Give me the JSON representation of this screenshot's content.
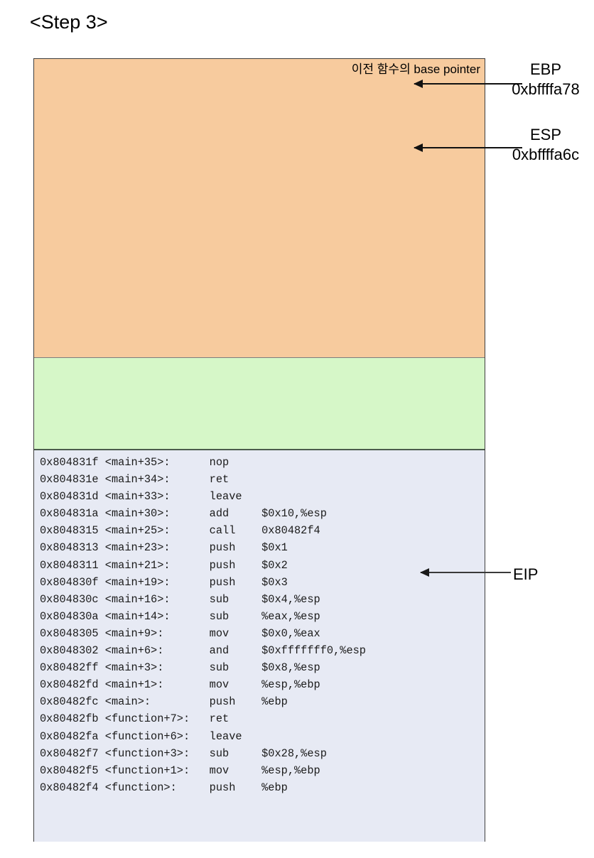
{
  "title": "<Step 3>",
  "colors": {
    "saved_frame": "#f7cb9e",
    "locals_frame": "#d6f7c8",
    "code_frame": "#e7eaf4",
    "border": "#3f3f3f",
    "arrow": "#111111"
  },
  "stack": {
    "saved_ebp_note": "이전 함수의 base pointer",
    "bands": [
      {
        "name": "saved-frame-region",
        "color": "#f7cb9e"
      },
      {
        "name": "locals-region",
        "color": "#d6f7c8"
      },
      {
        "name": "code-region",
        "color": "#e7eaf4"
      }
    ]
  },
  "registers": {
    "ebp": {
      "name": "EBP",
      "address": "0xbffffa78"
    },
    "esp": {
      "name": "ESP",
      "address": "0xbffffa6c"
    },
    "eip": {
      "name": "EIP",
      "points_to": "0x804830f <main+19>: push $0x3"
    }
  },
  "disassembly": {
    "lines": [
      {
        "address": "0x804831f",
        "symbol": "<main+35>:",
        "mnemonic": "nop",
        "operands": ""
      },
      {
        "address": "0x804831e",
        "symbol": "<main+34>:",
        "mnemonic": "ret",
        "operands": ""
      },
      {
        "address": "0x804831d",
        "symbol": "<main+33>:",
        "mnemonic": "leave",
        "operands": ""
      },
      {
        "address": "0x804831a",
        "symbol": "<main+30>:",
        "mnemonic": "add",
        "operands": "$0x10,%esp"
      },
      {
        "address": "0x8048315",
        "symbol": "<main+25>:",
        "mnemonic": "call",
        "operands": "0x80482f4"
      },
      {
        "address": "0x8048313",
        "symbol": "<main+23>:",
        "mnemonic": "push",
        "operands": "$0x1"
      },
      {
        "address": "0x8048311",
        "symbol": "<main+21>:",
        "mnemonic": "push",
        "operands": "$0x2"
      },
      {
        "address": "0x804830f",
        "symbol": "<main+19>:",
        "mnemonic": "push",
        "operands": "$0x3"
      },
      {
        "address": "0x804830c",
        "symbol": "<main+16>:",
        "mnemonic": "sub",
        "operands": "$0x4,%esp"
      },
      {
        "address": "0x804830a",
        "symbol": "<main+14>:",
        "mnemonic": "sub",
        "operands": "%eax,%esp"
      },
      {
        "address": "0x8048305",
        "symbol": "<main+9>:",
        "mnemonic": "mov",
        "operands": "$0x0,%eax"
      },
      {
        "address": "0x8048302",
        "symbol": "<main+6>:",
        "mnemonic": "and",
        "operands": "$0xfffffff0,%esp"
      },
      {
        "address": "0x80482ff",
        "symbol": "<main+3>:",
        "mnemonic": "sub",
        "operands": "$0x8,%esp"
      },
      {
        "address": "0x80482fd",
        "symbol": "<main+1>:",
        "mnemonic": "mov",
        "operands": "%esp,%ebp"
      },
      {
        "address": "0x80482fc",
        "symbol": "<main>:",
        "mnemonic": "push",
        "operands": "%ebp"
      },
      {
        "address": "0x80482fb",
        "symbol": "<function+7>:",
        "mnemonic": "ret",
        "operands": ""
      },
      {
        "address": "0x80482fa",
        "symbol": "<function+6>:",
        "mnemonic": "leave",
        "operands": ""
      },
      {
        "address": "0x80482f7",
        "symbol": "<function+3>:",
        "mnemonic": "sub",
        "operands": "$0x28,%esp"
      },
      {
        "address": "0x80482f5",
        "symbol": "<function+1>:",
        "mnemonic": "mov",
        "operands": "%esp,%ebp"
      },
      {
        "address": "0x80482f4",
        "symbol": "<function>:",
        "mnemonic": "push",
        "operands": "%ebp"
      }
    ]
  }
}
